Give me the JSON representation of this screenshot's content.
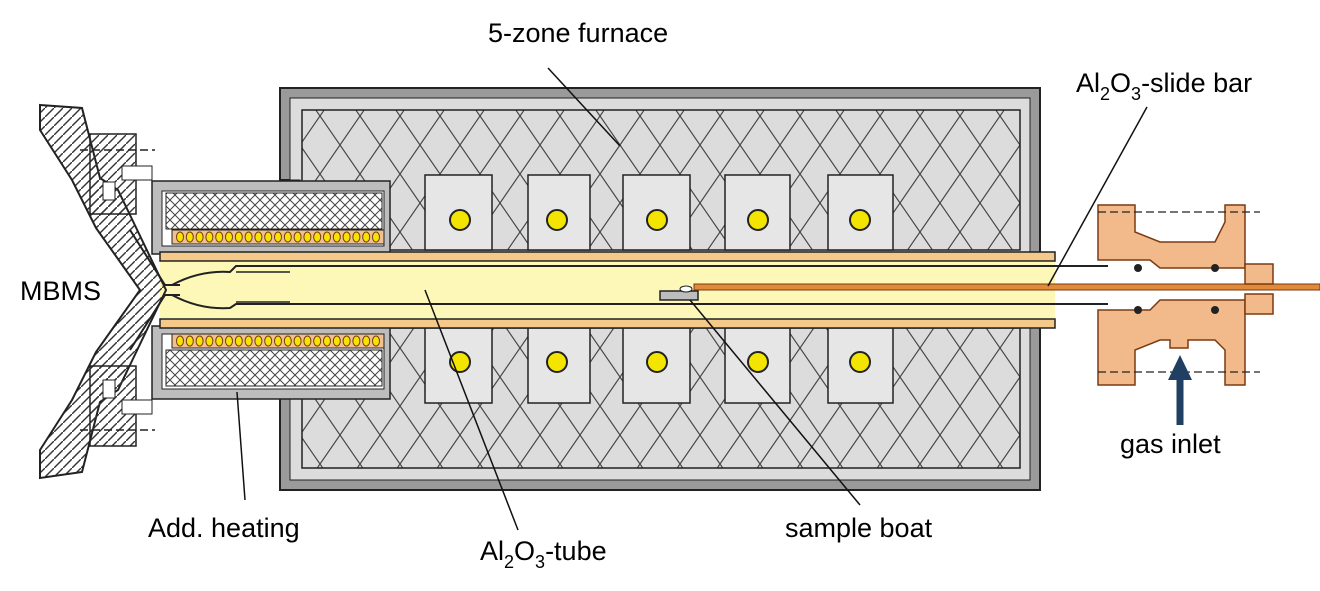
{
  "labels": {
    "furnace": "5-zone furnace",
    "slide_bar_prefix": "Al",
    "slide_bar_sub1": "2",
    "slide_bar_mid": "O",
    "slide_bar_sub2": "3",
    "slide_bar_suffix": "-slide bar",
    "mbms": "MBMS",
    "gas_inlet": "gas inlet",
    "add_heating": "Add. heating",
    "tube_prefix": "Al",
    "tube_sub1": "2",
    "tube_mid": "O",
    "tube_sub2": "3",
    "tube_suffix": "-tube",
    "sample_boat": "sample boat"
  },
  "colors": {
    "insulation_fill": "#ffffff",
    "casing": "#444444",
    "heater_block": "#e6e6e6",
    "heater_dot": "#f4e500",
    "tube_fill": "#fdf8b8",
    "tube_wall": "#f2c98a",
    "coil": "#f0b070",
    "flange": "#f2b98a",
    "slide_bar": "#e08a3a",
    "gas_arrow": "#1f3f63"
  }
}
